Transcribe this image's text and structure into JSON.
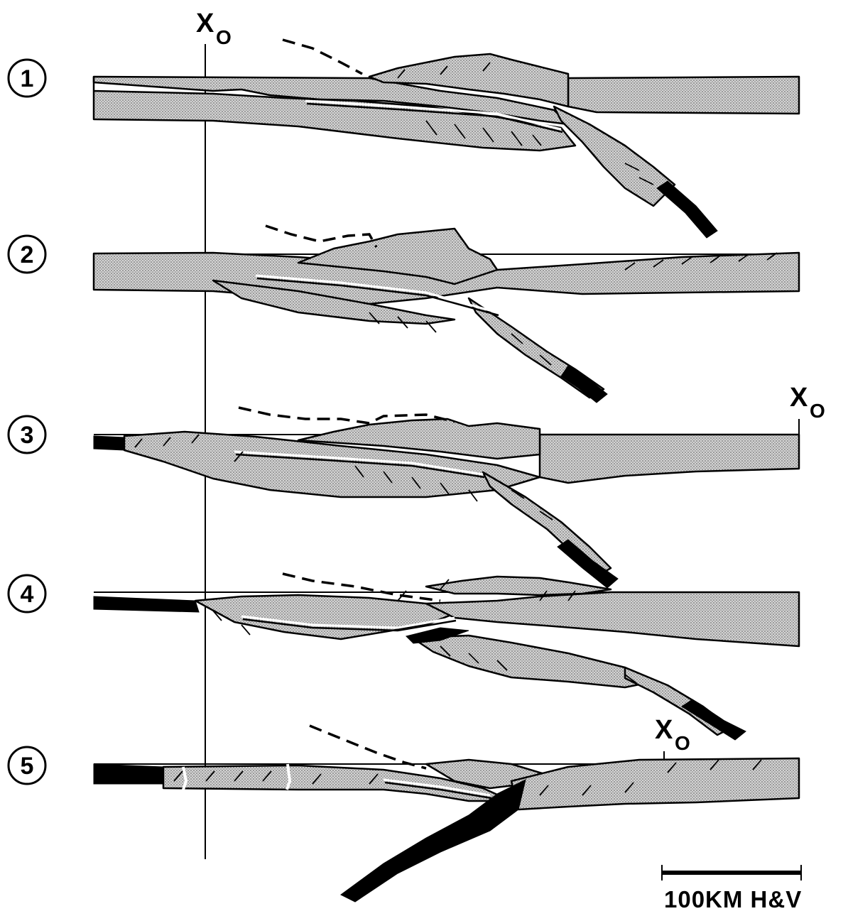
{
  "figure": {
    "stages": [
      {
        "number": "1"
      },
      {
        "number": "2"
      },
      {
        "number": "3"
      },
      {
        "number": "4"
      },
      {
        "number": "5"
      }
    ],
    "reference_marker": {
      "x": "X",
      "subscript": "O"
    },
    "scale_bar": {
      "label": "100KM  H&V"
    }
  },
  "colors": {
    "ink": "#000000",
    "paper": "#ffffff",
    "stipple": "#bdbdbd"
  }
}
